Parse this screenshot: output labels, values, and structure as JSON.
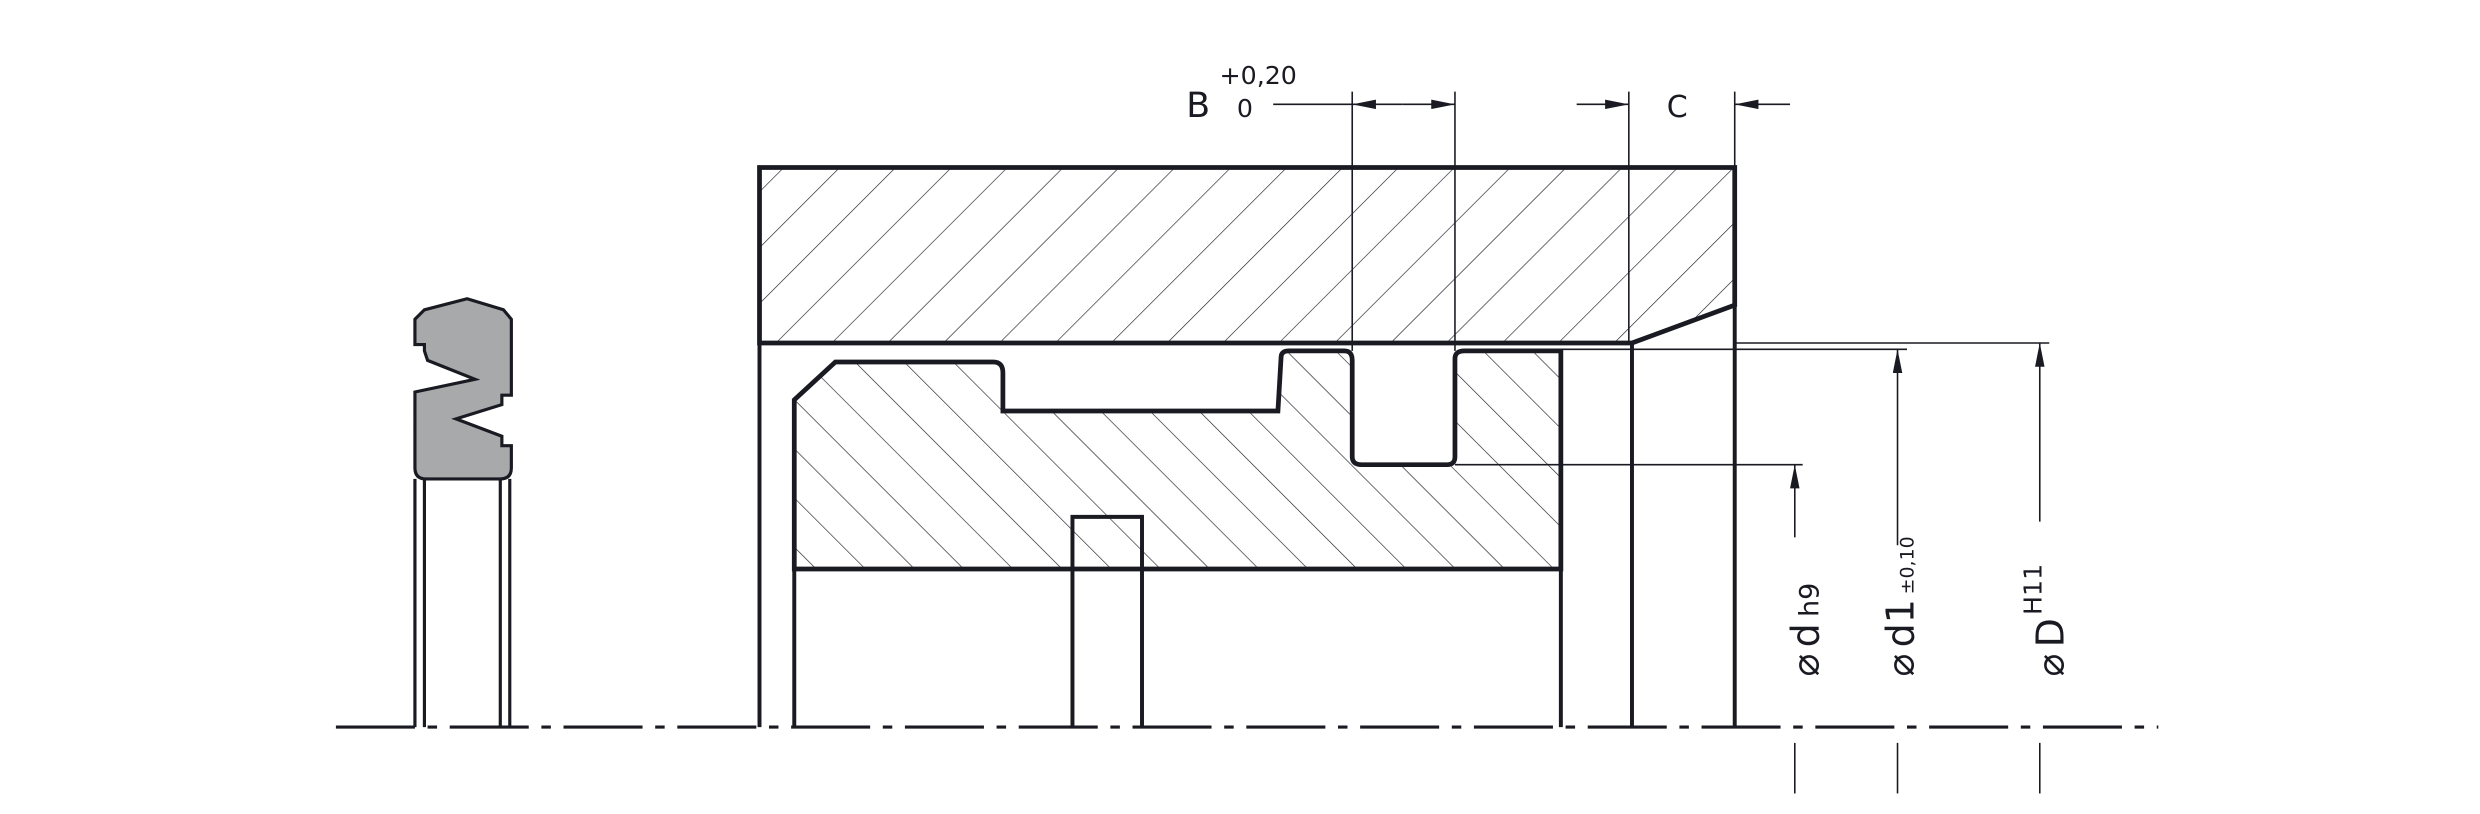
{
  "dimensions": {
    "B": {
      "label": "B",
      "upper_tol": "+0,20",
      "lower_tol": "0"
    },
    "C": {
      "label": "C"
    },
    "d": {
      "symbol": "⌀",
      "label": "d",
      "tol": "h9"
    },
    "d1": {
      "symbol": "⌀",
      "label": "d1",
      "tol": "±0,10"
    },
    "D": {
      "symbol": "⌀",
      "label": "D",
      "tol": "H11"
    }
  },
  "colors": {
    "line": "#1a1a22",
    "seal": "#a8a9ab"
  }
}
